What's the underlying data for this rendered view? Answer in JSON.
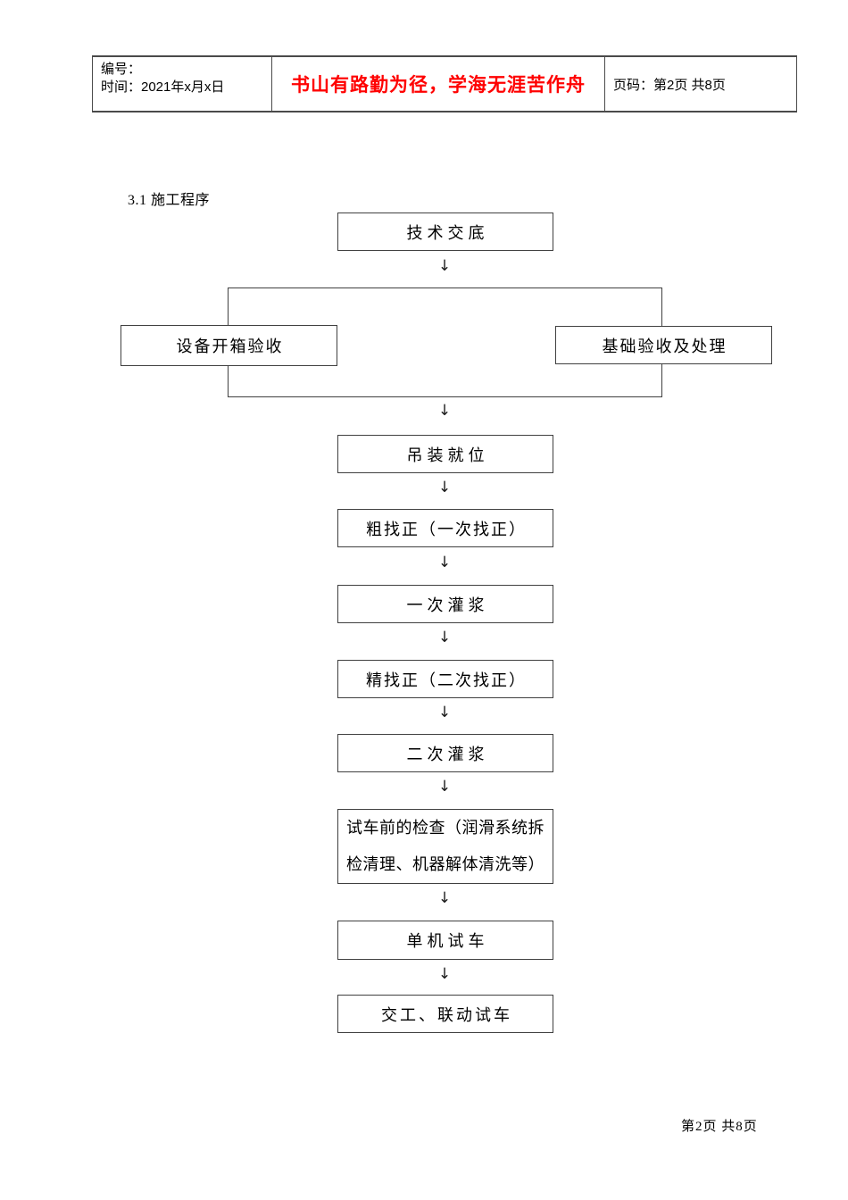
{
  "document": {
    "header": {
      "number_label": "编号：",
      "time_label": "时间：2021年x月x日",
      "motto": "书山有路勤为径，学海无涯苦作舟",
      "motto_color": "#ff0000",
      "page_label": "页码：第2页 共8页"
    },
    "section_title": "3.1 施工程序",
    "footer_page": "第2页 共8页"
  },
  "flowchart": {
    "arrow_glyph": "↓",
    "step1": "技术交底",
    "branch_left": "设备开箱验收",
    "branch_right": "基础验收及处理",
    "step3": "吊装就位",
    "step4": "粗找正（一次找正）",
    "step5": "一次灌浆",
    "step6": "精找正（二次找正）",
    "step7": "二次灌浆",
    "step8_line1": "试车前的检查（润滑系统拆",
    "step8_line2": "检清理、机器解体清洗等）",
    "step9": "单机试车",
    "step10": "交工、联动试车"
  },
  "colors": {
    "text": "#000000",
    "box_border": "#404040",
    "table_border": "#4a4a4a"
  }
}
